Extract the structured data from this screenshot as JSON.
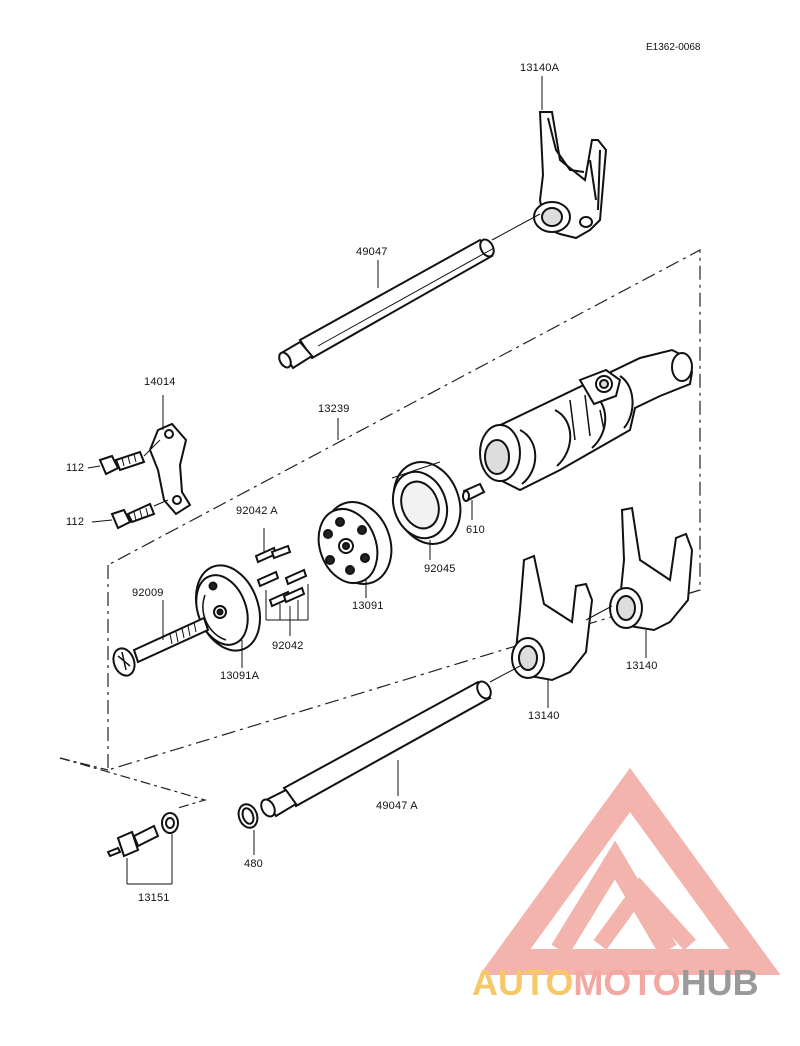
{
  "diagram": {
    "code": "E1362-0068",
    "parts": {
      "p13140A": "13140A",
      "p49047": "49047",
      "p14014": "14014",
      "p13239": "13239",
      "p112a": "112",
      "p112b": "112",
      "p92042A": "92042 A",
      "p610": "610",
      "p92045": "92045",
      "p13091": "13091",
      "p92009": "92009",
      "p92042": "92042",
      "p13091A": "13091A",
      "p13140a": "13140",
      "p13140b": "13140",
      "p49047A": "49047 A",
      "p480": "480",
      "p13151": "13151"
    }
  },
  "watermark": {
    "part1": "AUTO",
    "part2": "MOTO",
    "part3": "HUB",
    "colors": {
      "auto": "#f6c86a",
      "moto": "#f2a7a0",
      "hub": "#9a9a9a",
      "triangle": "#f2a7a0"
    }
  }
}
